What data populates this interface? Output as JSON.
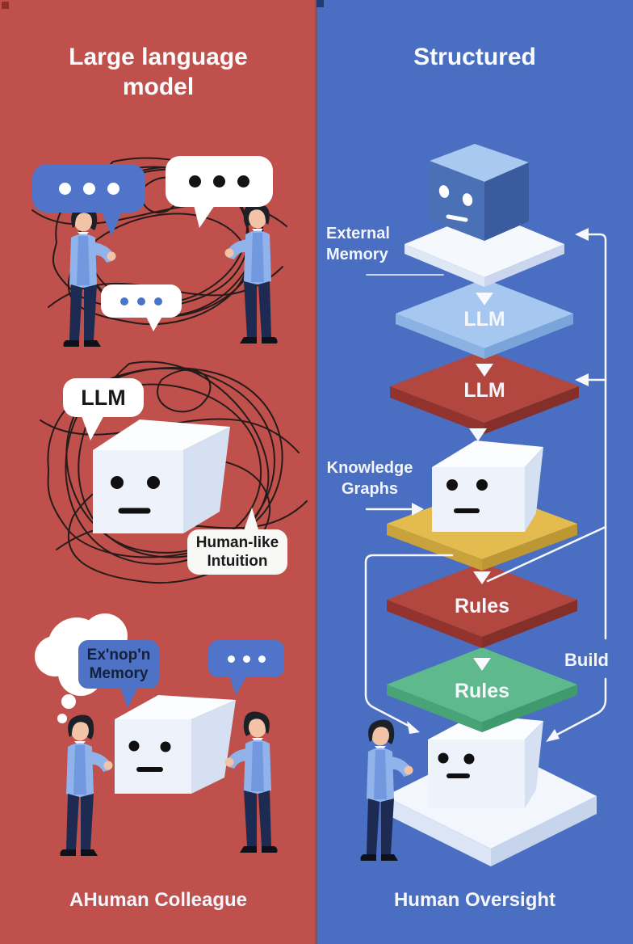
{
  "left": {
    "title": "Large language model",
    "llm_bubble": "LLM",
    "intuition_bubble": "Human-like Intuition",
    "memory_bubble": "Ex'nop'n Memory",
    "caption": "AHuman Colleague"
  },
  "right": {
    "title": "Structured",
    "external_memory": "External Memory",
    "llm_layer_blue": "LLM",
    "llm_layer_red": "LLM",
    "knowledge_graphs": "Knowledge Graphs",
    "rules_red": "Rules",
    "rules_green": "Rules",
    "build": "Build",
    "caption": "Human Oversight"
  },
  "colors": {
    "left_background": "#c0504b",
    "right_background": "#4a6ec2",
    "bubble_blue": "#4f74c9",
    "bubble_white": "#ffffff",
    "scribble": "#161616",
    "cube_front": "#eef2fb",
    "cube_top": "#fbfdff",
    "cube_side": "#d6e0f3",
    "top_cube_blue": "#4a70b6",
    "layer_blue": "#a6c7ef",
    "layer_red": "#b2473f",
    "layer_yellow": "#e3bb4e",
    "layer_green": "#5eba8d",
    "platform_white": "#f5f8fd",
    "arrow_white": "#f6f8fc",
    "person_shirt": "#8fb3ea",
    "person_pants": "#1d2b52",
    "person_skin": "#f3c3a8",
    "person_hair": "#1c2128"
  }
}
